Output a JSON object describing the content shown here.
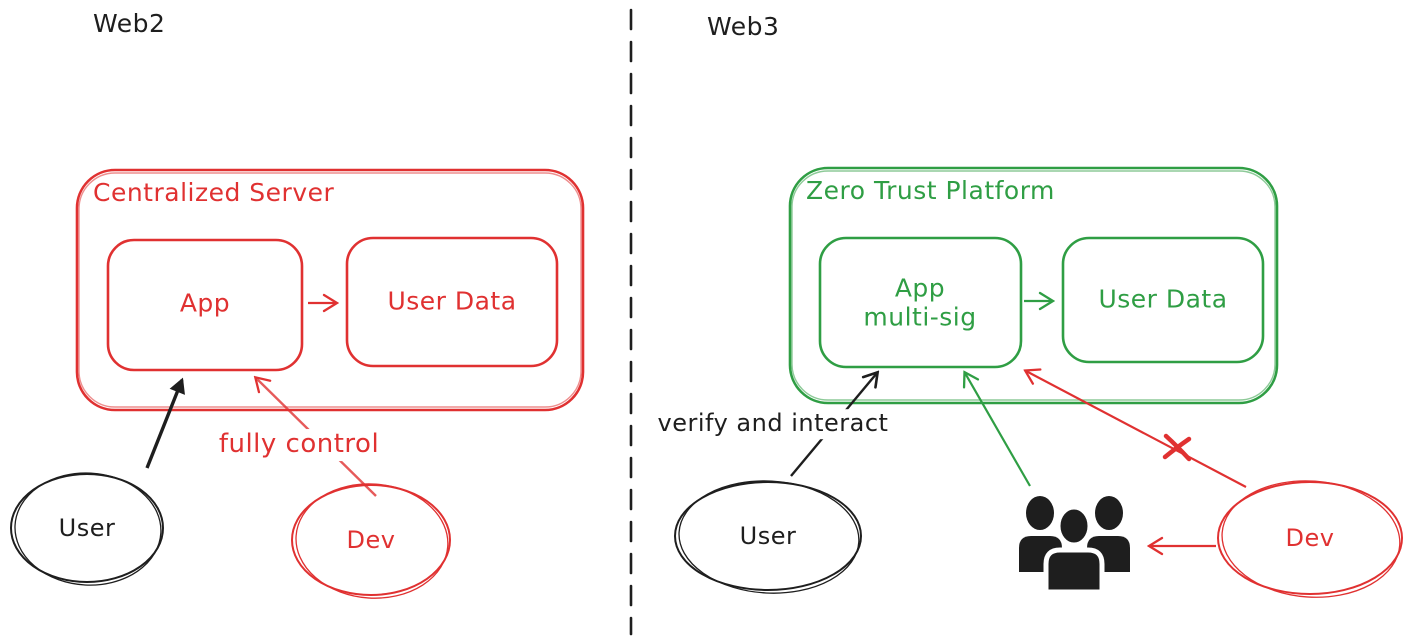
{
  "colors": {
    "red": "#e03131",
    "green": "#2f9e44",
    "black": "#1e1e1e",
    "white": "#ffffff"
  },
  "divider": {
    "style": "dashed-vertical"
  },
  "panels": {
    "web2": {
      "title": "Web2",
      "server_box_label": "Centralized Server",
      "app_box_label": "App",
      "user_data_box_label": "User Data",
      "user_label": "User",
      "dev_label": "Dev",
      "dev_arrow_label": "fully control"
    },
    "web3": {
      "title": "Web3",
      "platform_box_label": "Zero Trust Platform",
      "app_box_label_line1": "App",
      "app_box_label_line2": "multi-sig",
      "user_data_box_label": "User Data",
      "user_label": "User",
      "dev_label": "Dev",
      "user_arrow_label": "verify and interact",
      "blocked_marker": "x-cross",
      "community_icon": "people-group"
    }
  }
}
